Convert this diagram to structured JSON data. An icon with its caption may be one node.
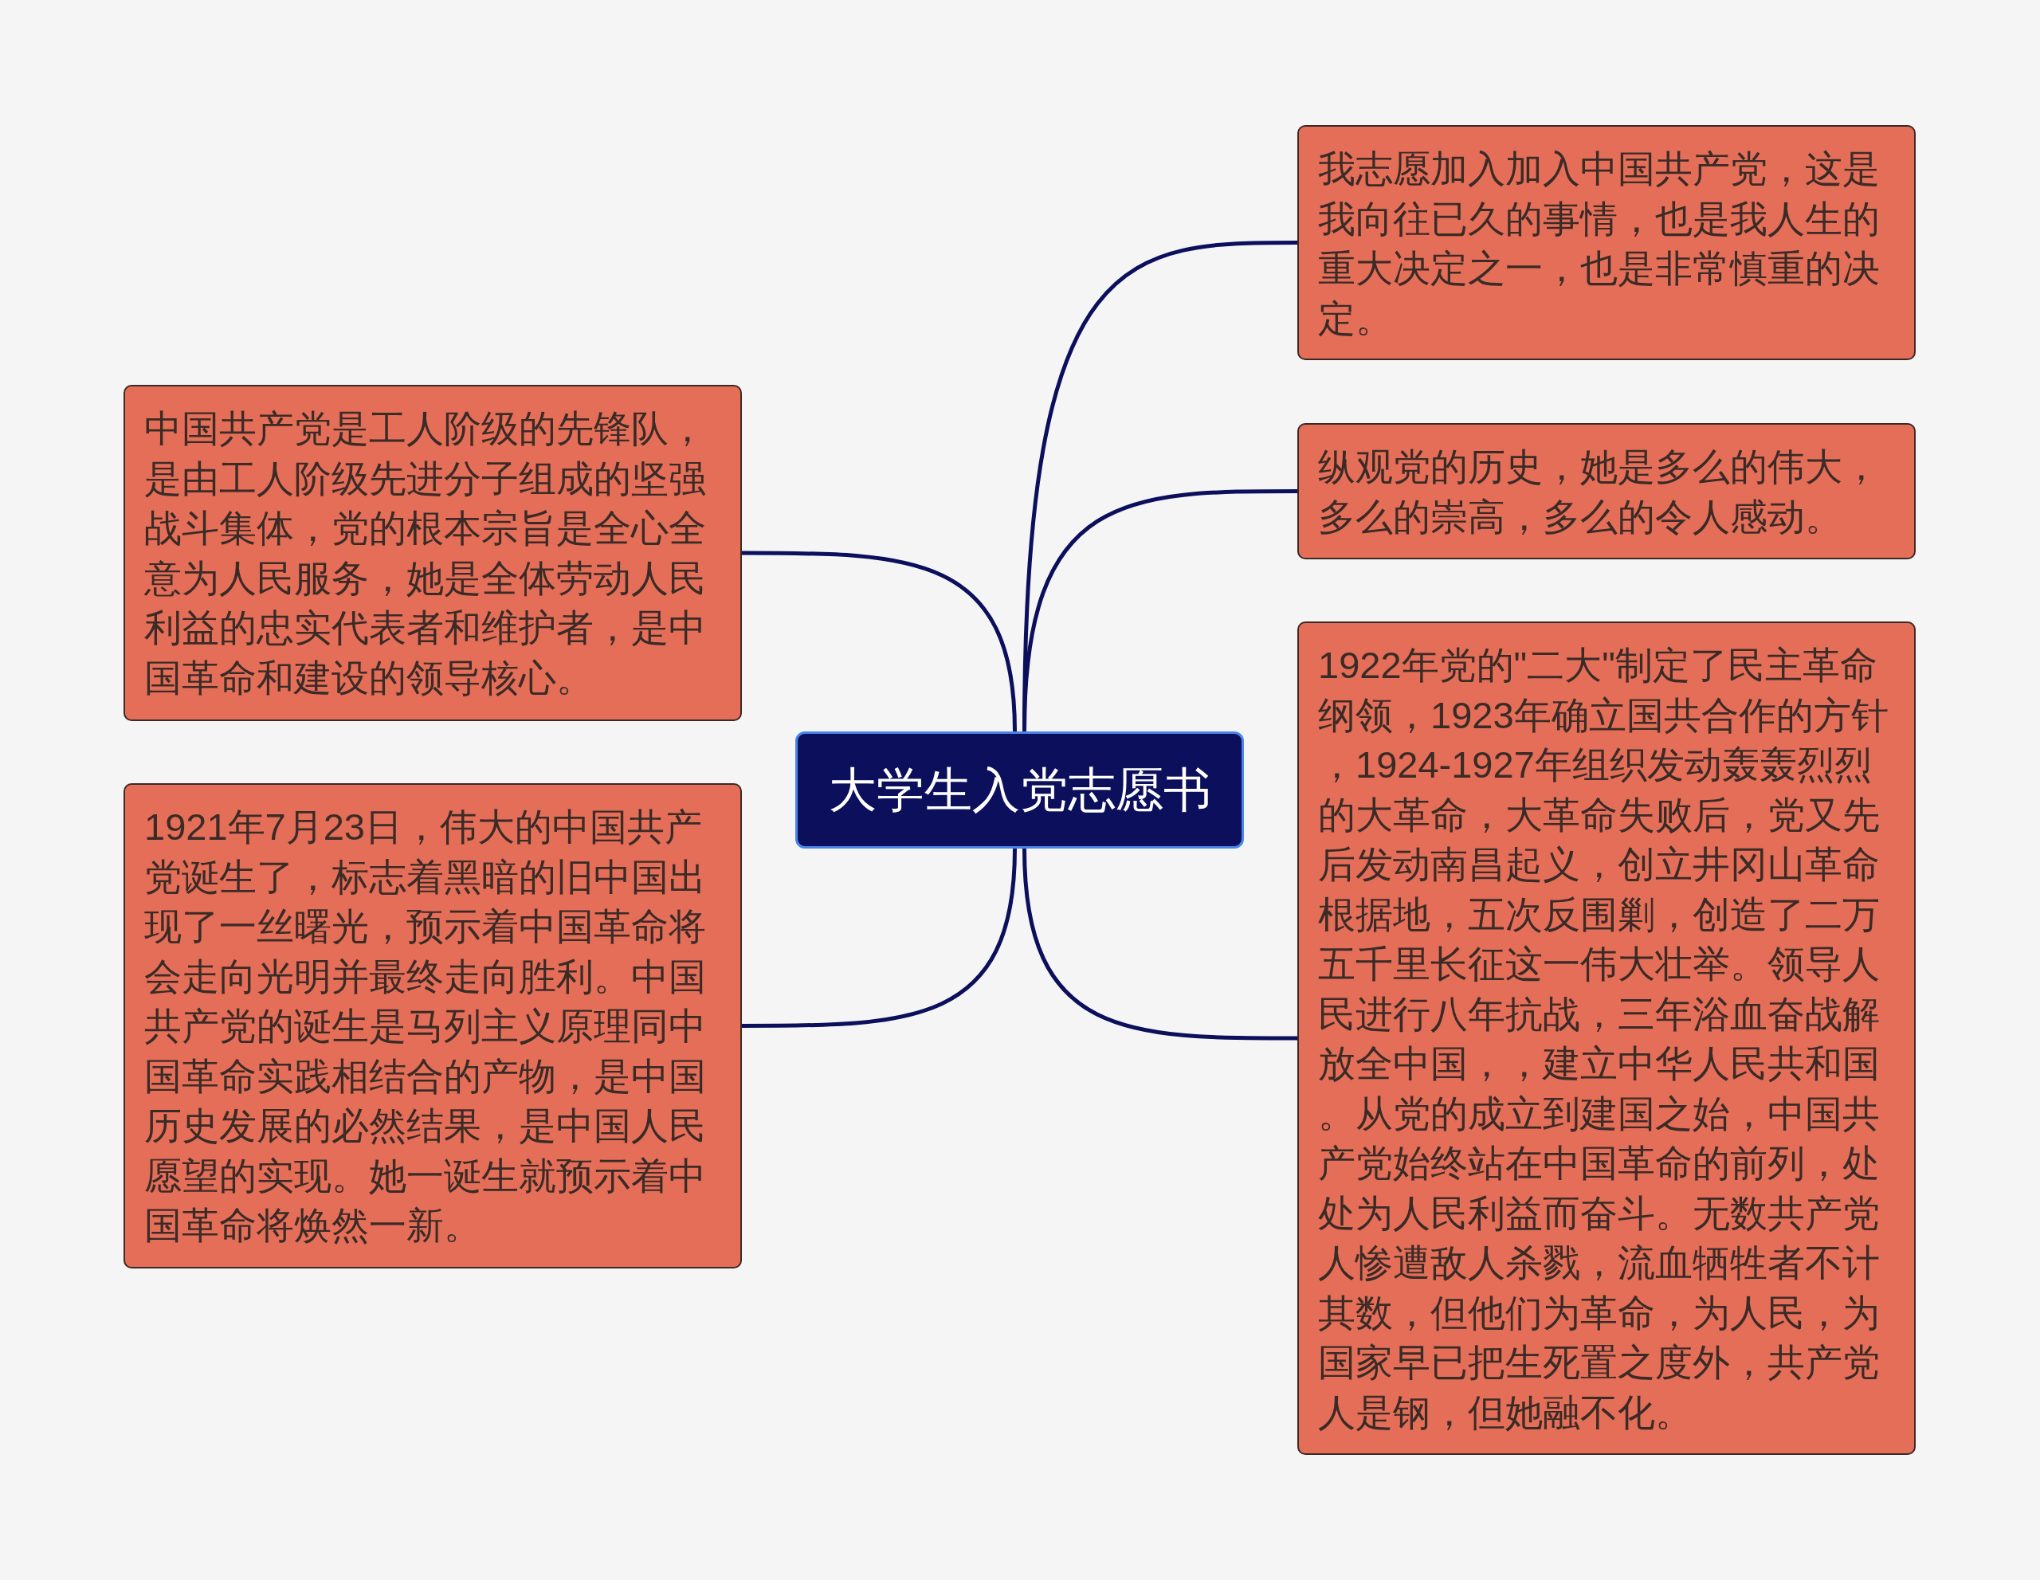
{
  "diagram": {
    "nodes": [
      {
        "text": [
          "大学生入党志愿书"
        ]
      },
      {
        "text": [
          "我志愿加入加入中国共产党，这是我向往已久的事情，也是我人生的重大决定之一，也是非常慎重的决定。"
        ]
      },
      {
        "text": [
          "纵观党的历史，她是多么的伟大，多么的崇高，多么的令人感动。"
        ]
      },
      {
        "text": [
          "1922年党的\"二大\"制定了民主革命纲领，1923年确立国共合作的方针，1924-1927年组织发动轰轰烈烈的大革命，大革命失败后，党又先后发动南昌起义，创立井冈山革命根据地，五次反围剿，创造了二万五千里长征这一伟大壮举。领导人民进行八年抗战，三年浴血奋战解放全中国，，建立中华人民共和国。从党的成立到建国之始，中国共产党始终站在中国革命的前列，处处为人民利益而奋斗。无数共产党人惨遭敌人杀戮，流血牺牲者不计其数，但他们为革命，为人民，为国家早已把生死置之度外，共产党人是钢，但她融不化。"
        ]
      },
      {
        "text": [
          "中国共产党是工人阶级的先锋队，是由工人阶级先进分子组成的坚强战斗集体，党的根本宗旨是全心全意为人民服务，她是全体劳动人民利益的忠实代表者和维护者，是中国革命和建设的领导核心。"
        ]
      },
      {
        "text": [
          "1921年7月23日，伟大的中国共产党诞生了，标志着黑暗的旧中国出现了一丝曙光，预示着中国革命将会走向光明并最终走向胜利。中国共产党的诞生是马列主义原理同中国革命实践相结合的产物，是中国历史发展的必然结果，是中国人民愿望的实现。她一诞生就预示着中国革命将焕然一新。"
        ]
      }
    ],
    "edges": [
      {
        "from": 0,
        "to": 1,
        "arrow": "none"
      },
      {
        "from": 0,
        "to": 2,
        "arrow": "none"
      },
      {
        "from": 0,
        "to": 3,
        "arrow": "none"
      },
      {
        "from": 0,
        "to": 4,
        "arrow": "none"
      },
      {
        "from": 0,
        "to": 5,
        "arrow": "none"
      }
    ]
  }
}
